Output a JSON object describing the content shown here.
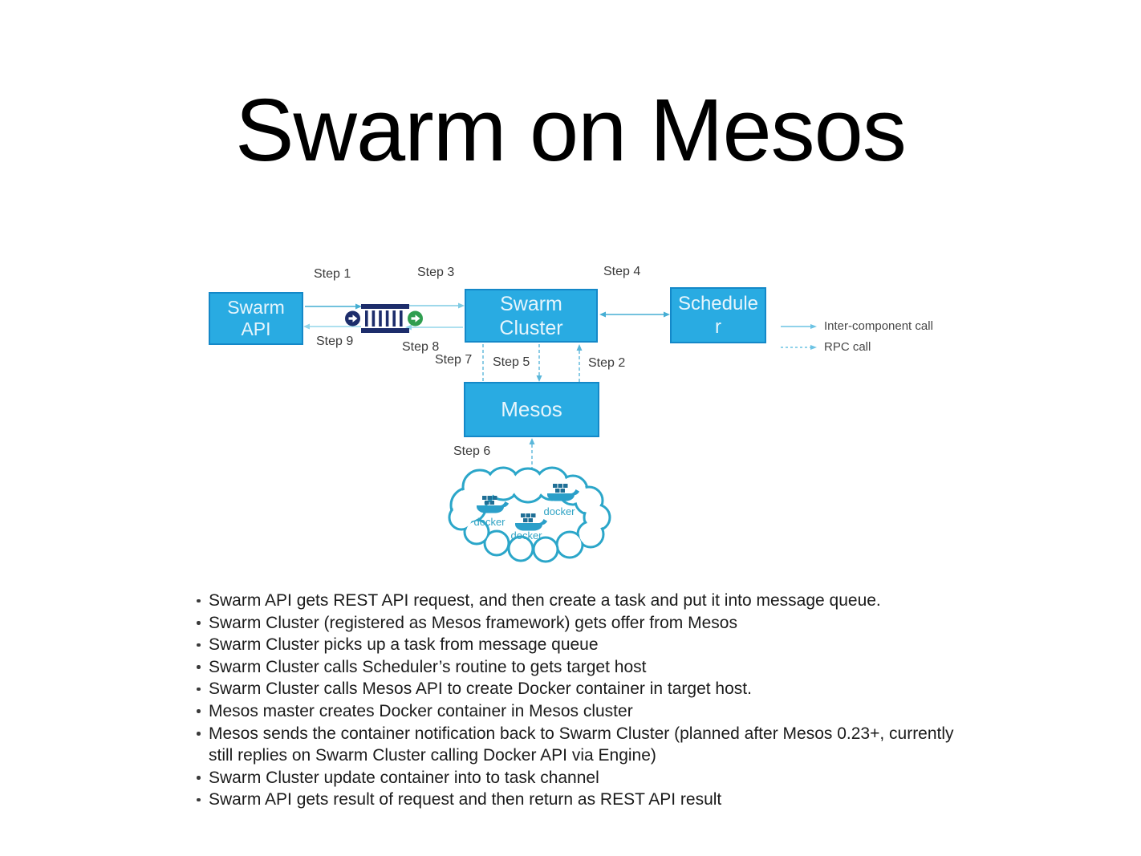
{
  "title": "Swarm on Mesos",
  "diagram": {
    "boxes": {
      "swarm_api": "Swarm\nAPI",
      "swarm_cluster": "Swarm\nCluster",
      "scheduler": "Schedule\nr",
      "mesos": "Mesos"
    },
    "steps": [
      "Step 1",
      "Step 2",
      "Step 3",
      "Step 4",
      "Step 5",
      "Step 6",
      "Step 7",
      "Step 8",
      "Step 9"
    ],
    "legend": {
      "inter_component_call": "Inter-component call",
      "rpc_call": "RPC call"
    },
    "cloud": {
      "docker_label": "docker"
    },
    "colors": {
      "box_fill": "#29abe2",
      "box_border": "#1488c8",
      "arrow_solid": "#55b7da",
      "arrow_dashed": "#5ab7da",
      "queue_navy": "#1d2d6b",
      "queue_green": "#2f9e4f",
      "cloud_stroke": "#2ba6c9",
      "whale_body": "#2a9fc9"
    }
  },
  "bullets": [
    "Swarm API gets REST API request, and then create a task and put it into message queue.",
    "Swarm Cluster (registered as Mesos framework) gets offer from Mesos",
    "Swarm Cluster picks up a task from message queue",
    "Swarm Cluster calls Scheduler’s routine to gets target host",
    "Swarm Cluster calls Mesos API to create Docker container in target host.",
    "Mesos master creates Docker container in Mesos cluster",
    "Mesos sends the container notification back to Swarm Cluster (planned after Mesos 0.23+, currently still replies on Swarm Cluster calling Docker API via Engine)",
    "Swarm Cluster update container into to task channel",
    "Swarm API gets result of request and then return as REST API result"
  ]
}
